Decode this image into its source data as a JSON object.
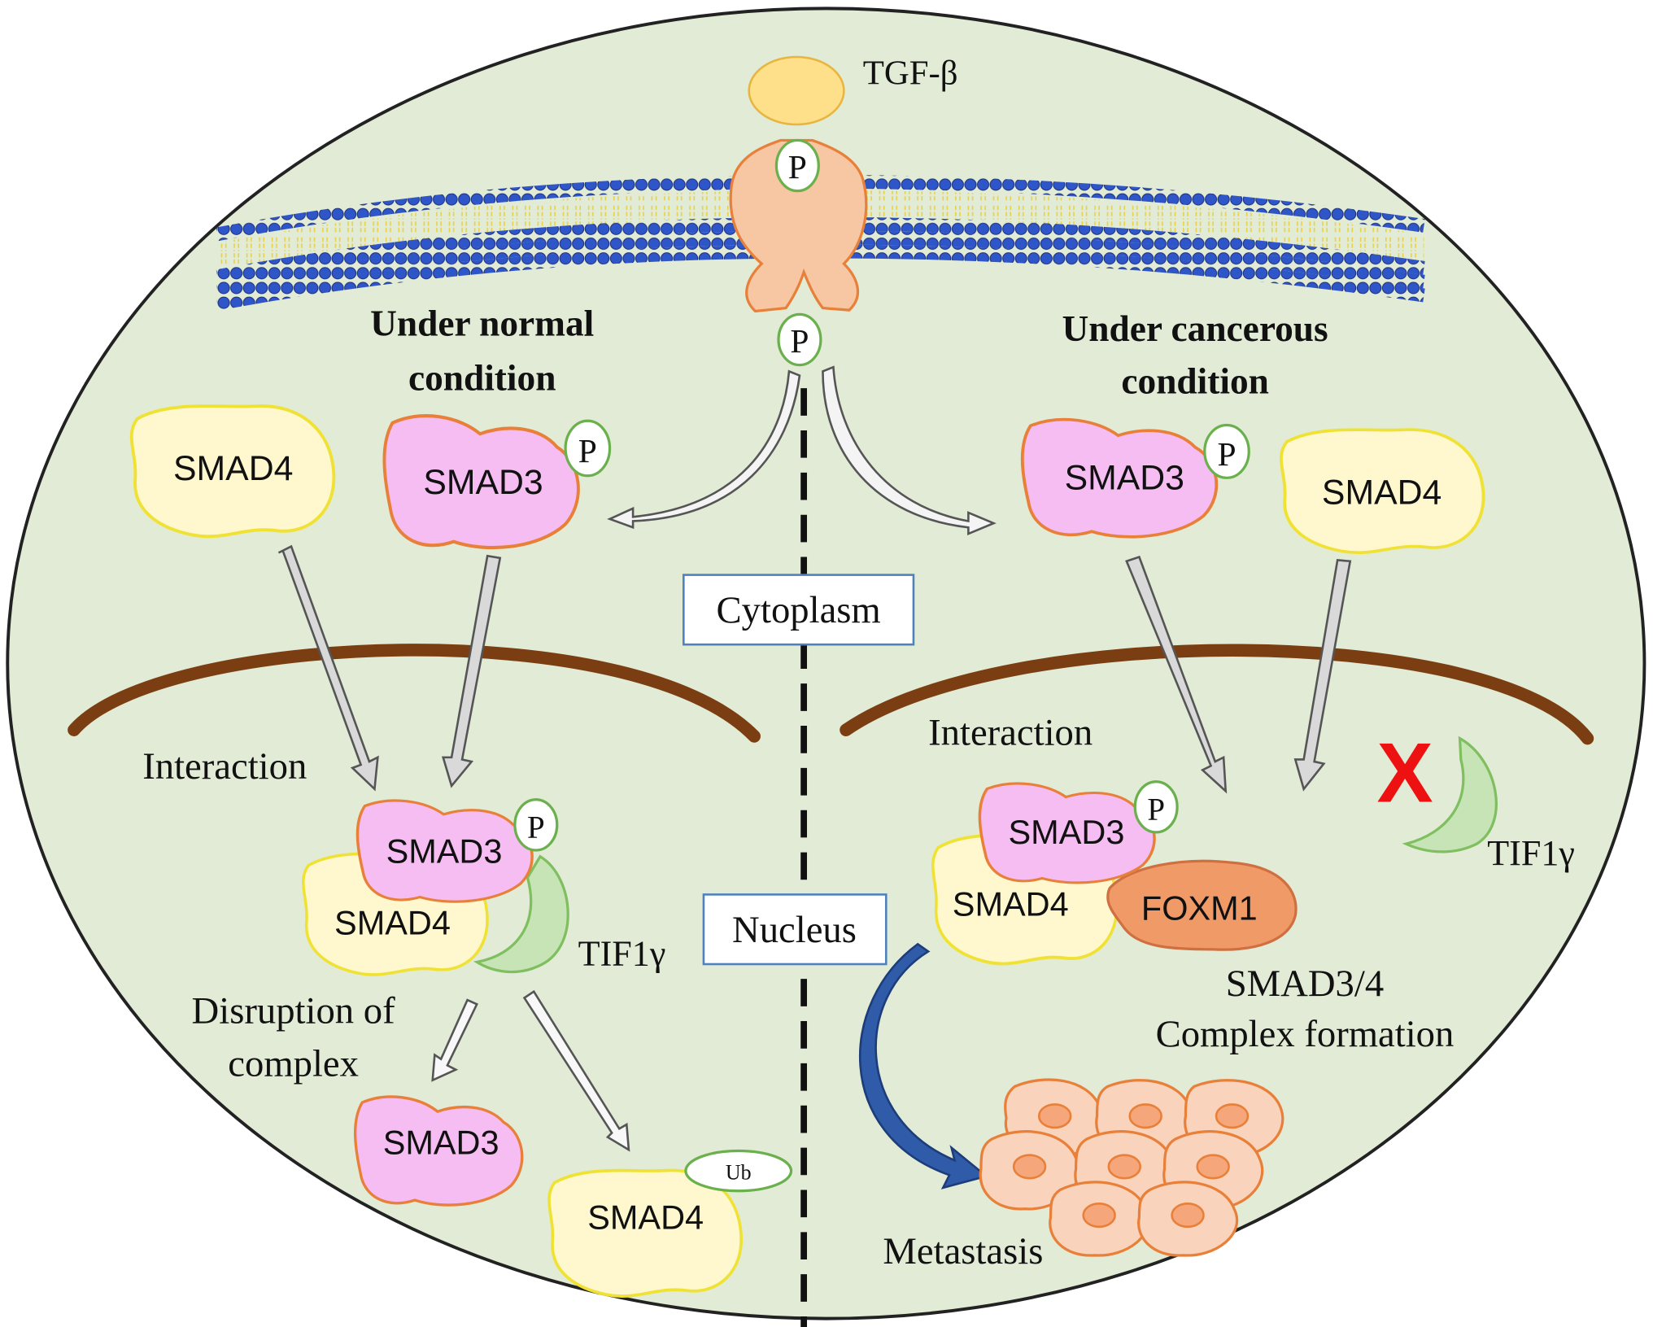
{
  "labels": {
    "ligand": "TGF-β",
    "phospho": "P",
    "normal_line1": "Under normal",
    "normal_line2": "condition",
    "cancer_line1": "Under cancerous",
    "cancer_line2": "condition",
    "cytoplasm": "Cytoplasm",
    "nucleus": "Nucleus",
    "interaction": "Interaction",
    "tif1g": "TIF1γ",
    "disruption_line1": "Disruption of",
    "disruption_line2": "complex",
    "ubiquitin": "Ub",
    "complex_line1": "SMAD3/4",
    "complex_line2": "Complex formation",
    "metastasis": "Metastasis",
    "blocked_mark": "X"
  },
  "proteins": {
    "smad3": "SMAD3",
    "smad4": "SMAD4",
    "foxm1": "FOXM1"
  },
  "colors": {
    "cell_fill": "#e1ebd6",
    "cell_border": "#222222",
    "smad3_fill": "#f6bdf3",
    "smad3_border": "#e8803a",
    "smad4_fill": "#fff8cf",
    "smad4_border": "#f0e234",
    "foxm1_fill": "#f09a68",
    "tif1g_fill": "#c7e4b6",
    "tif1g_border": "#7fbf5f",
    "receptor_fill": "#f7c7a4",
    "receptor_border": "#e8803a",
    "ligand_fill": "#ffe08a",
    "membrane_head": "#2f56c8",
    "membrane_tail": "#e9d24a",
    "nuclear_envelope": "#7b3e12",
    "metastasis_arrow": "#2f5ba8",
    "x_mark": "#ee1111",
    "label_box_border": "#4f81bd"
  }
}
